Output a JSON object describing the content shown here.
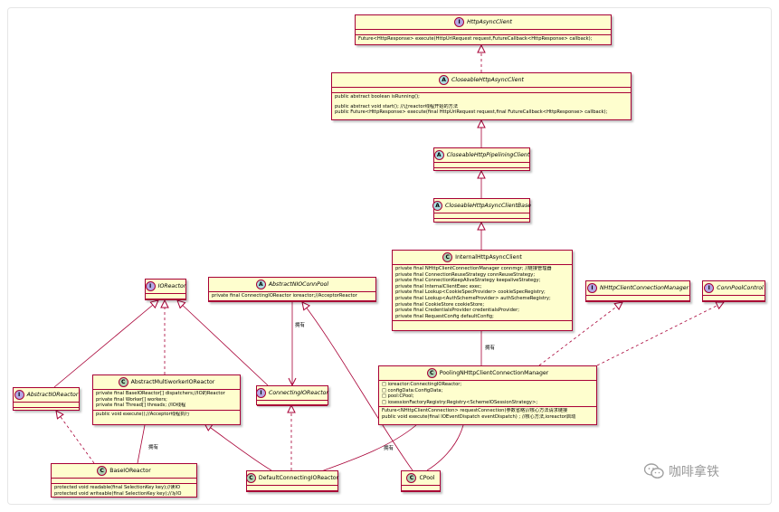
{
  "classes": {
    "http_async_client": {
      "badge": "I",
      "name": "HttpAsyncClient",
      "methods": [
        "Future<HttpResponse> execute(HttpUriRequest request,FutureCallback<HttpResponse> callback);"
      ]
    },
    "closeable_http_async_client": {
      "badge": "A",
      "name": "CloseableHttpAsyncClient",
      "methods": [
        "public abstract boolean isRunning();",
        "",
        "public abstract void start(); //让reactor线程开始的方法",
        "public Future<HttpResponse> execute(final HttpUriRequest request,final FutureCallback<HttpResponse> callback);"
      ]
    },
    "closeable_http_pipelining_client": {
      "badge": "A",
      "name": "CloseableHttpPipeliningClient"
    },
    "closeable_http_async_client_base": {
      "badge": "A",
      "name": "CloseableHttpAsyncClientBase"
    },
    "internal_http_async_client": {
      "badge": "C",
      "name": "InternalHttpAsyncClient",
      "fields": [
        "private final NHttpClientConnectionManager connmgr; //链接管理器",
        "private final ConnectionReuseStrategy connReuseStrategy;",
        "private final ConnectionKeepAliveStrategy keepaliveStrategy;",
        "private final InternalClientExec exec;",
        "private final Lookup<CookieSpecProvider> cookieSpecRegistry;",
        "private final Lookup<AuthSchemeProvider> authSchemeRegistry;",
        "private final CookieStore cookieStore;",
        "private final CredentialsProvider credentialsProvider;",
        "private final RequestConfig defaultConfig;"
      ]
    },
    "io_reactor": {
      "badge": "I",
      "name": "IOReactor"
    },
    "abstract_nio_conn_pool": {
      "badge": "A",
      "name": "AbstractNIOConnPool",
      "fields": [
        "private final ConnectingIOReactor ioreactor;//AcceptorReactor"
      ]
    },
    "nhttp_client_connection_manager": {
      "badge": "I",
      "name": "NHttpClientConnectionManager"
    },
    "conn_pool_control": {
      "badge": "I",
      "name": "ConnPoolControl"
    },
    "abstract_io_reactor": {
      "badge": "I",
      "name": "AbstractIOReactor"
    },
    "abstract_multiworker_io_reactor": {
      "badge": "C",
      "name": "AbstractMultiworkerIOReactor",
      "fields": [
        "private final BaseIOReactor[] dispatchers;//IO的Reactor",
        "private final Worker[] workers;",
        "private final Thread[] threads; //IO线程"
      ],
      "methods": [
        "public void execute();//Acceptor线程执行"
      ]
    },
    "connecting_io_reactor": {
      "badge": "I",
      "name": "ConnectingIOReactor"
    },
    "pooling_nhttp_client_connection_manager": {
      "badge": "C",
      "name": "PoolingNHttpClientConnectionManager",
      "fields": [
        "□ ioreactor:ConnectingIOReactor;",
        "□ configData:ConfigData;",
        "□ pool:CPool;",
        "□ iosessionFactoryRegistry:Registry<SchemeIOSessionStrategy>;"
      ],
      "methods": [
        "Future<NHttpClientConnection> requestConnection(参数省略)//核心方法请求链接",
        "public void execute(final IOEventDispatch eventDispatch) ; //核心方法,ioreactor启动"
      ]
    },
    "base_io_reactor": {
      "badge": "C",
      "name": "BaseIOReactor",
      "methods": [
        "protected void readable(final SelectionKey key);//读IO",
        "protected void writeable(final SelectionKey key);//写IO"
      ]
    },
    "default_connecting_io_reactor": {
      "badge": "C",
      "name": "DefaultConnectingIOReactor"
    },
    "cpool": {
      "badge": "C",
      "name": "CPool"
    }
  },
  "edge_labels": {
    "internal_to_pooling": "拥有",
    "pool_to_connecting": "拥有",
    "multiworker_to_base": "拥有",
    "pooling_to_default": "拥有"
  },
  "watermark": {
    "text": "咖啡拿铁",
    "icon": "wechat-icon"
  },
  "colors": {
    "class_bg": "#fefece",
    "border": "#a80036",
    "badge_interface": "#b4a7e5",
    "badge_abstract": "#a9dcdf",
    "badge_class": "#add1b2"
  }
}
